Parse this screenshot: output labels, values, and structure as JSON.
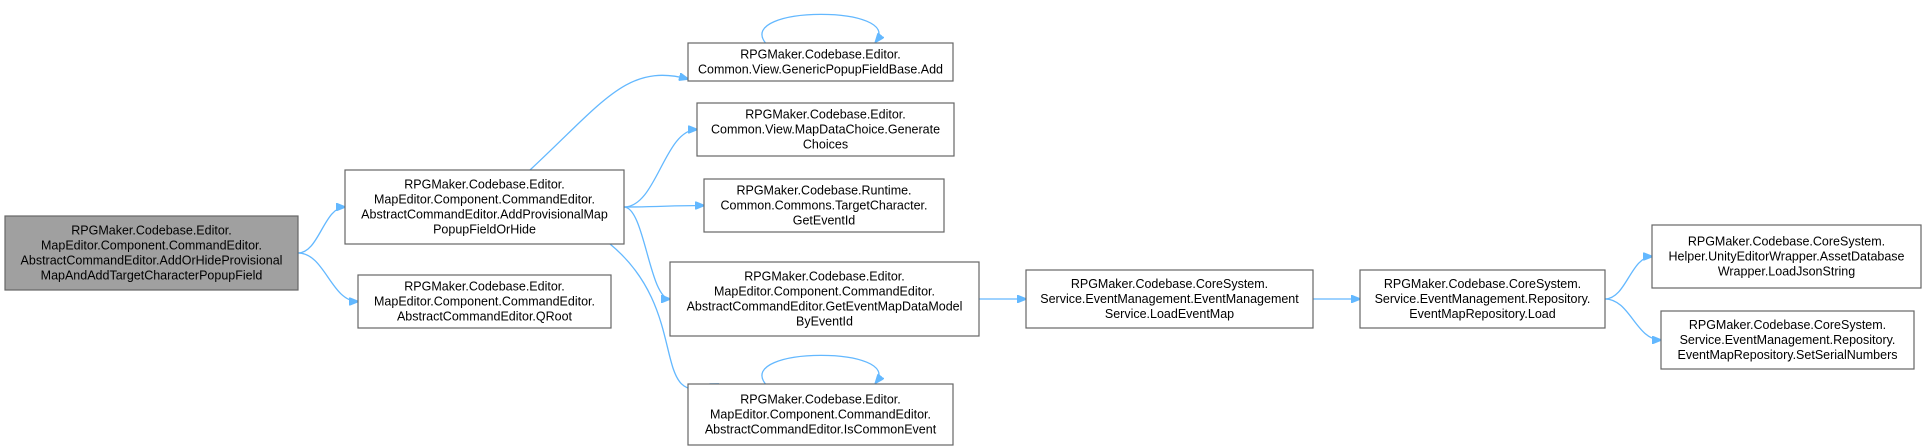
{
  "colors": {
    "edge": "#63b8ff",
    "node_border": "#666666",
    "root_fill": "#a0a0a0",
    "node_fill": "#ffffff"
  },
  "nodes": {
    "root": [
      "RPGMaker.Codebase.Editor.",
      "MapEditor.Component.CommandEditor.",
      "AbstractCommandEditor.AddOrHideProvisional",
      "MapAndAddTargetCharacterPopupField"
    ],
    "add_provisional": [
      "RPGMaker.Codebase.Editor.",
      "MapEditor.Component.CommandEditor.",
      "AbstractCommandEditor.AddProvisionalMap",
      "PopupFieldOrHide"
    ],
    "qroot": [
      "RPGMaker.Codebase.Editor.",
      "MapEditor.Component.CommandEditor.",
      "AbstractCommandEditor.QRoot"
    ],
    "generic_popup_add": [
      "RPGMaker.Codebase.Editor.",
      "Common.View.GenericPopupFieldBase.Add"
    ],
    "map_data_choice": [
      "RPGMaker.Codebase.Editor.",
      "Common.View.MapDataChoice.Generate",
      "Choices"
    ],
    "target_character": [
      "RPGMaker.Codebase.Runtime.",
      "Common.Commons.TargetCharacter.",
      "GetEventId"
    ],
    "get_event_map_data": [
      "RPGMaker.Codebase.Editor.",
      "MapEditor.Component.CommandEditor.",
      "AbstractCommandEditor.GetEventMapDataModel",
      "ByEventId"
    ],
    "is_common_event": [
      "RPGMaker.Codebase.Editor.",
      "MapEditor.Component.CommandEditor.",
      "AbstractCommandEditor.IsCommonEvent"
    ],
    "load_event_map": [
      "RPGMaker.Codebase.CoreSystem.",
      "Service.EventManagement.EventManagement",
      "Service.LoadEventMap"
    ],
    "repo_load": [
      "RPGMaker.Codebase.CoreSystem.",
      "Service.EventManagement.Repository.",
      "EventMapRepository.Load"
    ],
    "load_json": [
      "RPGMaker.Codebase.CoreSystem.",
      "Helper.UnityEditorWrapper.AssetDatabase",
      "Wrapper.LoadJsonString"
    ],
    "set_serial": [
      "RPGMaker.Codebase.CoreSystem.",
      "Service.EventManagement.Repository.",
      "EventMapRepository.SetSerialNumbers"
    ]
  },
  "edges": [
    [
      "root",
      "add_provisional"
    ],
    [
      "root",
      "qroot"
    ],
    [
      "add_provisional",
      "generic_popup_add"
    ],
    [
      "add_provisional",
      "map_data_choice"
    ],
    [
      "add_provisional",
      "target_character"
    ],
    [
      "add_provisional",
      "get_event_map_data"
    ],
    [
      "add_provisional",
      "is_common_event"
    ],
    [
      "generic_popup_add",
      "generic_popup_add"
    ],
    [
      "is_common_event",
      "is_common_event"
    ],
    [
      "get_event_map_data",
      "load_event_map"
    ],
    [
      "load_event_map",
      "repo_load"
    ],
    [
      "repo_load",
      "load_json"
    ],
    [
      "repo_load",
      "set_serial"
    ]
  ]
}
